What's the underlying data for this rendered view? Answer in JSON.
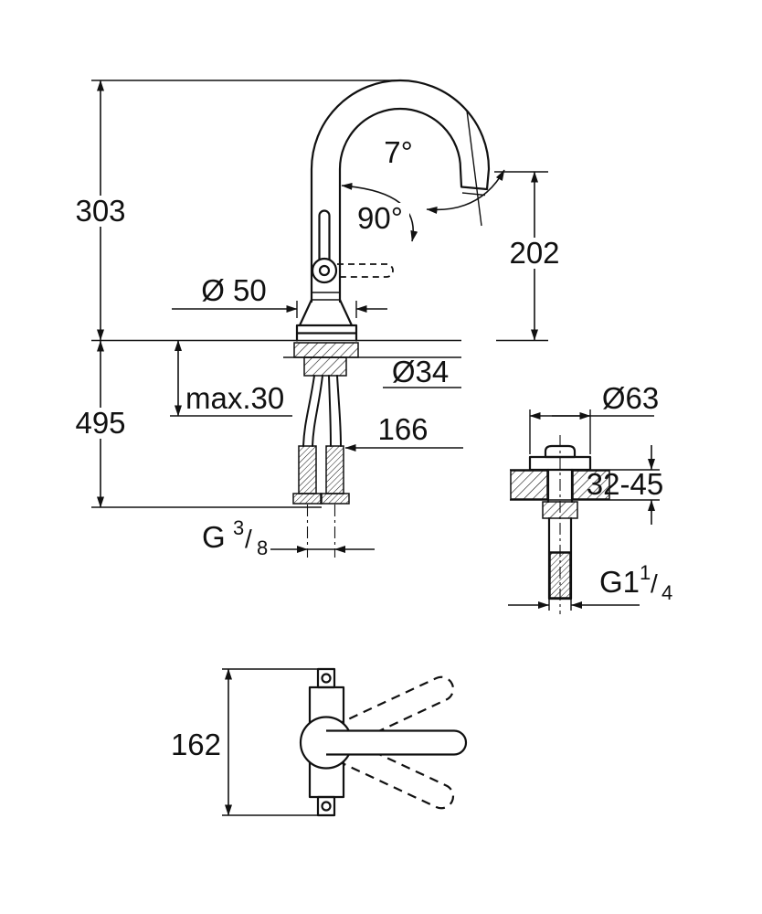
{
  "colors": {
    "background": "#ffffff",
    "ink": "#111111"
  },
  "diagram": {
    "type": "technical-dimension-drawing",
    "faucet_side_view": {
      "total_height": "303",
      "spout_angle": "7°",
      "handle_angle": "90°",
      "spout_height": "202",
      "base_diameter": "Ø 50",
      "hole_diameter": "Ø34",
      "under_counter_height": "495",
      "max_deck_thickness": "max.30",
      "spout_reach": "166",
      "supply_thread": {
        "prefix": "G",
        "numerator": "3",
        "slash": "/",
        "denominator": "8"
      }
    },
    "drain_view": {
      "flange_diameter": "Ø63",
      "deck_thickness_range": "32-45",
      "drain_thread": {
        "prefix": "G1",
        "numerator": "1",
        "slash": "/",
        "denominator": "4"
      }
    },
    "handle_top_view": {
      "handle_length": "162"
    }
  }
}
